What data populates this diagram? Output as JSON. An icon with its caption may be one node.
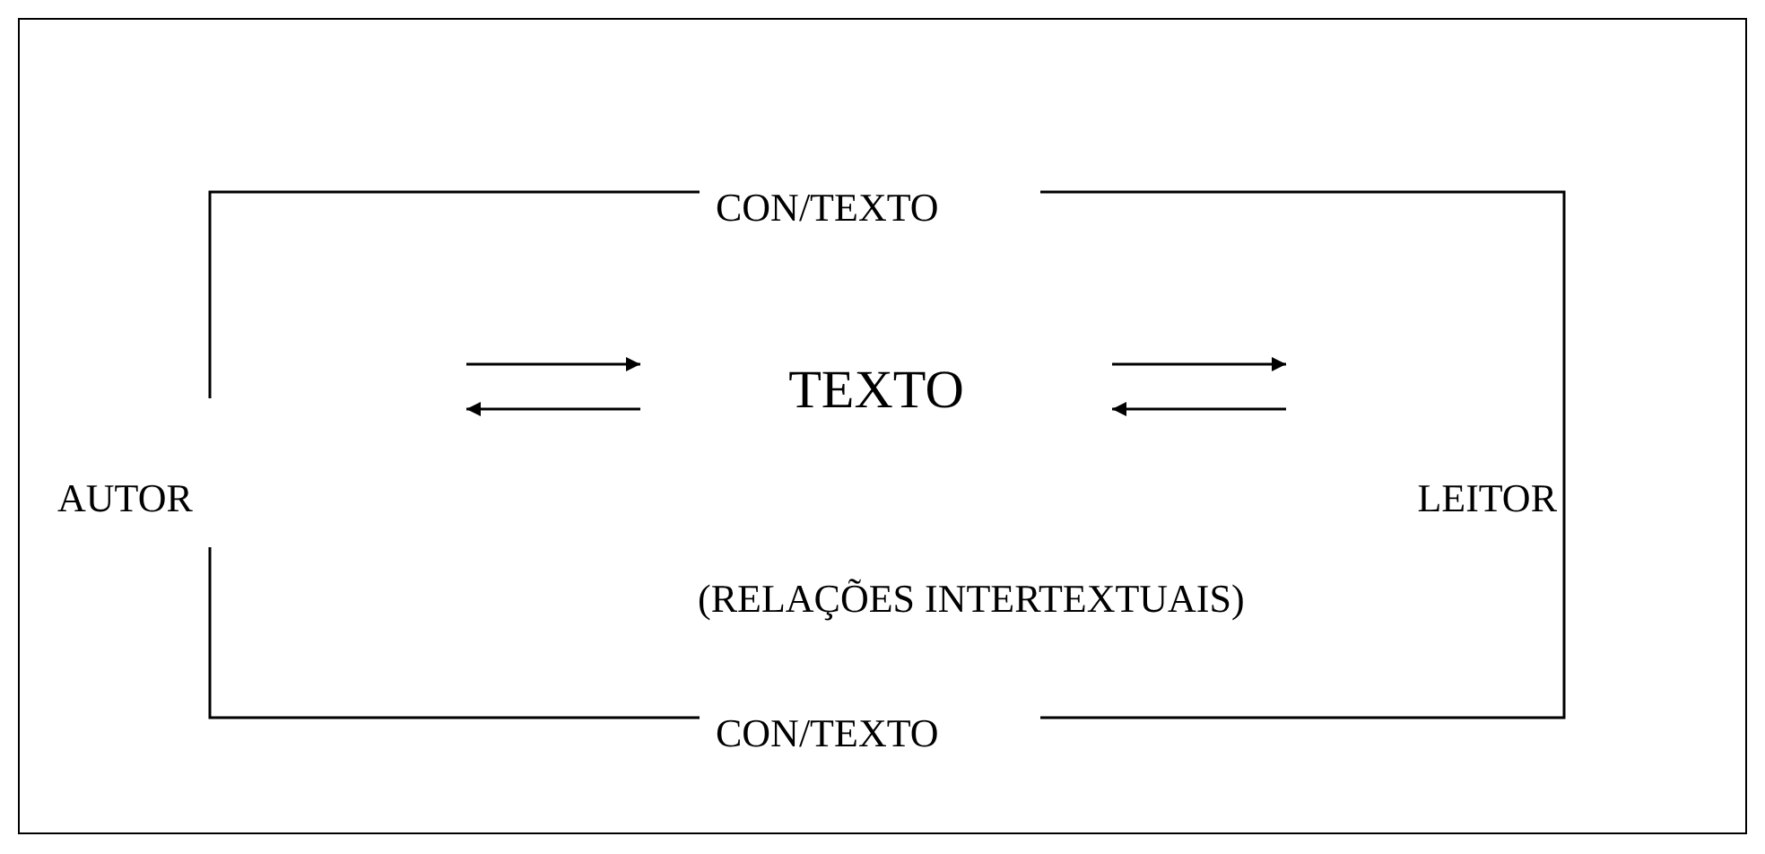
{
  "diagram": {
    "nodes": [
      {
        "text": [
          "AUTOR"
        ]
      },
      {
        "text": [
          "TEXTO"
        ]
      },
      {
        "text": [
          "LEITOR"
        ]
      }
    ],
    "labels": [
      "CON/TEXTO",
      "(RELAÇÕES INTERTEXTUAIS)",
      "CON/TEXTO"
    ]
  }
}
